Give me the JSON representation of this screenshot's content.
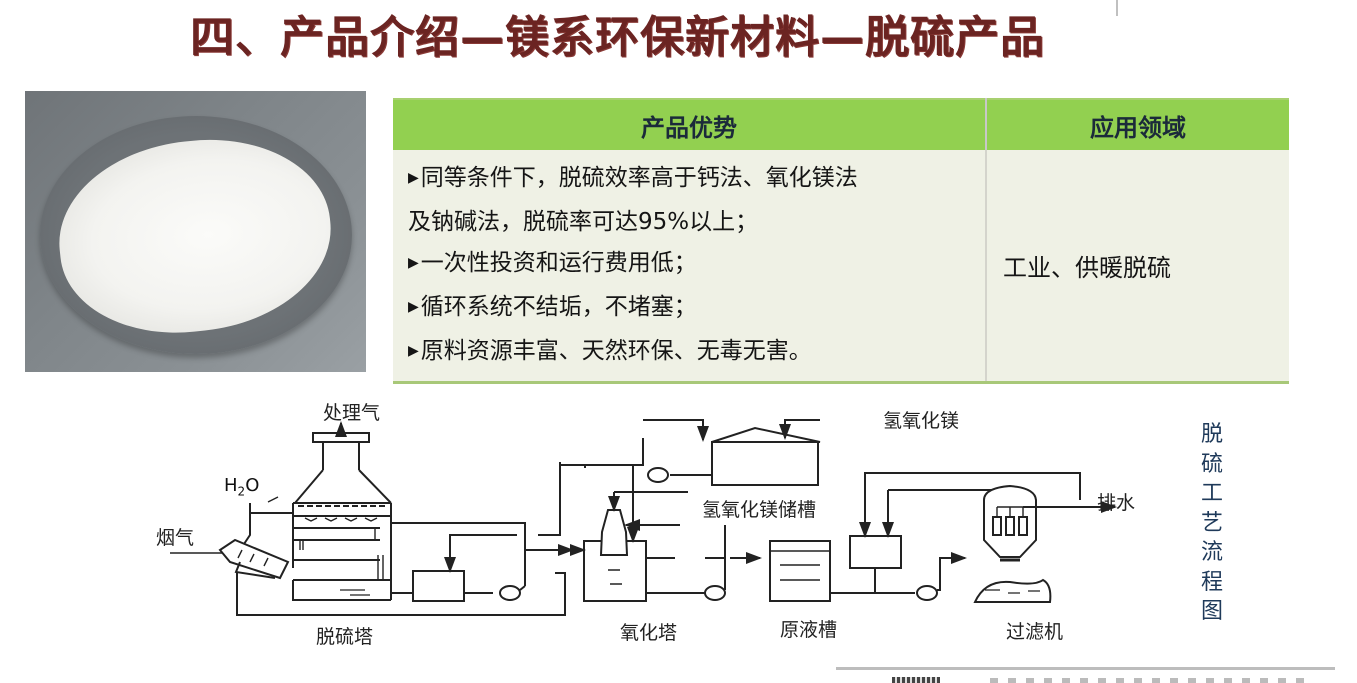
{
  "slide": {
    "title": "四、产品介绍—镁系环保新材料—脱硫产品",
    "title_color": "#6b2422"
  },
  "photo": {
    "description": "white powder on dark plate"
  },
  "table": {
    "headers": [
      "产品优势",
      "应用领域"
    ],
    "header_bg": "#92d050",
    "body_bg": "#eff1e5",
    "bullet_glyph": "▶",
    "advantages": [
      "同等条件下，脱硫效率高于钙法、氧化镁法",
      "及钠碱法，脱硫率可达95%以上；",
      "一次性投资和运行费用低；",
      "循环系统不结垢，不堵塞；",
      "原料资源丰富、天然环保、无毒无害。"
    ],
    "application": "工业、供暖脱硫"
  },
  "diagram": {
    "title_vertical": [
      "脱",
      "硫",
      "工",
      "艺",
      "流",
      "程",
      "图"
    ],
    "labels": {
      "treated_gas": "处理气",
      "water_h": "H",
      "water_sub": "2",
      "water_o": "O",
      "flue_gas": "烟气",
      "desulfurization_tower": "脱硫塔",
      "mg_hydroxide": "氢氧化镁",
      "mg_hydroxide_tank": "氢氧化镁储槽",
      "oxidation_tower": "氧化塔",
      "raw_liquid_tank": "原液槽",
      "drainage": "排水",
      "filter": "过滤机"
    }
  }
}
